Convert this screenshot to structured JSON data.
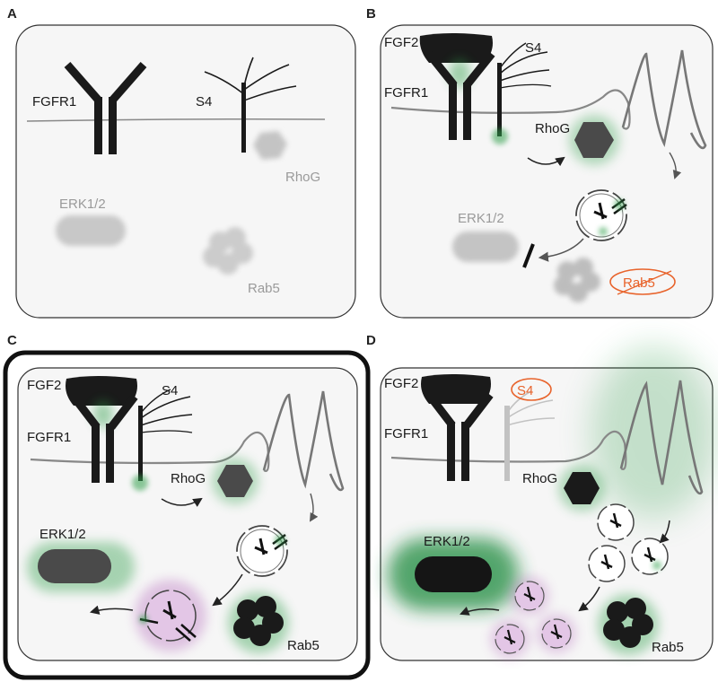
{
  "panels": {
    "A": {
      "letter": "A",
      "fgfr1": "FGFR1",
      "s4": "S4",
      "rhog": "RhoG",
      "erk": "ERK1/2",
      "rab5": "Rab5"
    },
    "B": {
      "letter": "B",
      "fgf2": "FGF2",
      "s4": "S4",
      "fgfr1": "FGFR1",
      "rhog": "RhoG",
      "erk": "ERK1/2",
      "rab5": "Rab5"
    },
    "C": {
      "letter": "C",
      "fgf2": "FGF2",
      "s4": "S4",
      "fgfr1": "FGFR1",
      "rhog": "RhoG",
      "erk": "ERK1/2",
      "rab5": "Rab5"
    },
    "D": {
      "letter": "D",
      "fgf2": "FGF2",
      "s4": "S4",
      "fgfr1": "FGFR1",
      "rhog": "RhoG",
      "erk": "ERK1/2",
      "rab5": "Rab5"
    }
  },
  "colors": {
    "receptor": "#1a1a1a",
    "inactive": "#bdbdbd",
    "green_glow": "#2e9e4a",
    "purple_glow": "#b061b8",
    "crossed_out": "#e8632b",
    "frame": "#111111"
  }
}
